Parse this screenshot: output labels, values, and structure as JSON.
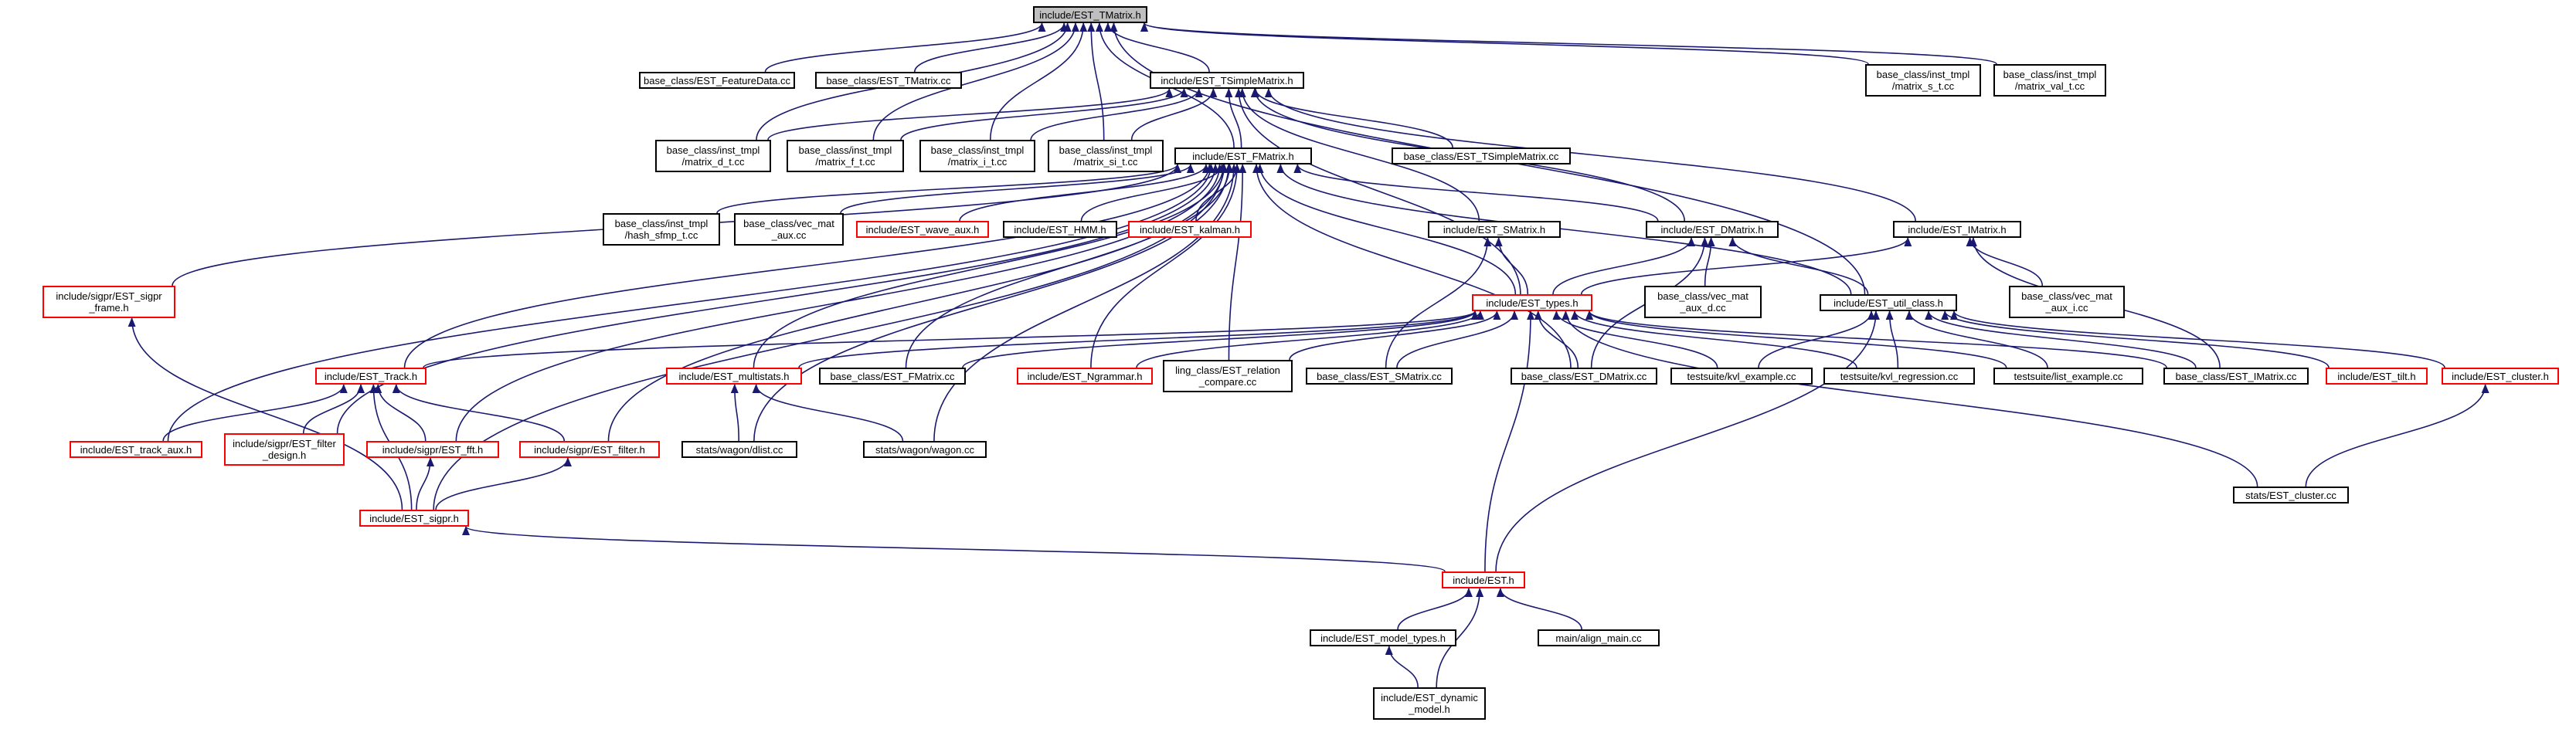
{
  "graph": {
    "colors": {
      "edge": "#191970",
      "border": "#000000",
      "border_undocumented": "#ff0000",
      "root_fill": "#bfbfbf",
      "background": "#ffffff"
    },
    "nodes": [
      {
        "id": "tmatrix",
        "label": "include/EST_TMatrix.h",
        "style": "root"
      },
      {
        "id": "featuredata",
        "label": "base_class/EST_FeatureData.cc",
        "style": "black"
      },
      {
        "id": "tmatrix_cc",
        "label": "base_class/EST_TMatrix.cc",
        "style": "black"
      },
      {
        "id": "tsimplematrix",
        "label": "include/EST_TSimpleMatrix.h",
        "style": "black"
      },
      {
        "id": "matrix_s_t",
        "label": "base_class/inst_tmpl\n/matrix_s_t.cc",
        "style": "black"
      },
      {
        "id": "matrix_val_t",
        "label": "base_class/inst_tmpl\n/matrix_val_t.cc",
        "style": "black"
      },
      {
        "id": "matrix_d_t",
        "label": "base_class/inst_tmpl\n/matrix_d_t.cc",
        "style": "black"
      },
      {
        "id": "matrix_f_t",
        "label": "base_class/inst_tmpl\n/matrix_f_t.cc",
        "style": "black"
      },
      {
        "id": "matrix_i_t",
        "label": "base_class/inst_tmpl\n/matrix_i_t.cc",
        "style": "black"
      },
      {
        "id": "matrix_si_t",
        "label": "base_class/inst_tmpl\n/matrix_si_t.cc",
        "style": "black"
      },
      {
        "id": "tsimplematrix_cc",
        "label": "base_class/EST_TSimpleMatrix.cc",
        "style": "black"
      },
      {
        "id": "fmatrix",
        "label": "include/EST_FMatrix.h",
        "style": "black"
      },
      {
        "id": "hash_sfmp_t",
        "label": "base_class/inst_tmpl\n/hash_sfmp_t.cc",
        "style": "black"
      },
      {
        "id": "vec_mat_aux",
        "label": "base_class/vec_mat\n_aux.cc",
        "style": "black"
      },
      {
        "id": "wave_aux",
        "label": "include/EST_wave_aux.h",
        "style": "red"
      },
      {
        "id": "hmm",
        "label": "include/EST_HMM.h",
        "style": "black"
      },
      {
        "id": "kalman",
        "label": "include/EST_kalman.h",
        "style": "red"
      },
      {
        "id": "smatrix",
        "label": "include/EST_SMatrix.h",
        "style": "black"
      },
      {
        "id": "dmatrix",
        "label": "include/EST_DMatrix.h",
        "style": "black"
      },
      {
        "id": "imatrix",
        "label": "include/EST_IMatrix.h",
        "style": "black"
      },
      {
        "id": "sigpr_frame",
        "label": "include/sigpr/EST_sigpr\n_frame.h",
        "style": "red"
      },
      {
        "id": "est_types",
        "label": "include/EST_types.h",
        "style": "red"
      },
      {
        "id": "vec_mat_aux_d",
        "label": "base_class/vec_mat\n_aux_d.cc",
        "style": "black"
      },
      {
        "id": "util_class",
        "label": "include/EST_util_class.h",
        "style": "black"
      },
      {
        "id": "vec_mat_aux_i",
        "label": "base_class/vec_mat\n_aux_i.cc",
        "style": "black"
      },
      {
        "id": "track",
        "label": "include/EST_Track.h",
        "style": "red"
      },
      {
        "id": "multistats",
        "label": "include/EST_multistats.h",
        "style": "red"
      },
      {
        "id": "fmatrix_cc",
        "label": "base_class/EST_FMatrix.cc",
        "style": "black"
      },
      {
        "id": "ngrammar",
        "label": "include/EST_Ngrammar.h",
        "style": "red"
      },
      {
        "id": "relation_compare",
        "label": "ling_class/EST_relation\n_compare.cc",
        "style": "black"
      },
      {
        "id": "smatrix_cc",
        "label": "base_class/EST_SMatrix.cc",
        "style": "black"
      },
      {
        "id": "dmatrix_cc",
        "label": "base_class/EST_DMatrix.cc",
        "style": "black"
      },
      {
        "id": "kvl_example",
        "label": "testsuite/kvl_example.cc",
        "style": "black"
      },
      {
        "id": "kvl_regression",
        "label": "testsuite/kvl_regression.cc",
        "style": "black"
      },
      {
        "id": "list_example",
        "label": "testsuite/list_example.cc",
        "style": "black"
      },
      {
        "id": "imatrix_cc",
        "label": "base_class/EST_IMatrix.cc",
        "style": "black"
      },
      {
        "id": "tilt",
        "label": "include/EST_tilt.h",
        "style": "red"
      },
      {
        "id": "cluster",
        "label": "include/EST_cluster.h",
        "style": "red"
      },
      {
        "id": "track_aux",
        "label": "include/EST_track_aux.h",
        "style": "red"
      },
      {
        "id": "filter_design",
        "label": "include/sigpr/EST_filter\n_design.h",
        "style": "red"
      },
      {
        "id": "fft",
        "label": "include/sigpr/EST_fft.h",
        "style": "red"
      },
      {
        "id": "filter",
        "label": "include/sigpr/EST_filter.h",
        "style": "red"
      },
      {
        "id": "dlist",
        "label": "stats/wagon/dlist.cc",
        "style": "black"
      },
      {
        "id": "wagon",
        "label": "stats/wagon/wagon.cc",
        "style": "black"
      },
      {
        "id": "est_cluster_cc",
        "label": "stats/EST_cluster.cc",
        "style": "black"
      },
      {
        "id": "sigpr",
        "label": "include/EST_sigpr.h",
        "style": "red"
      },
      {
        "id": "est_h",
        "label": "include/EST.h",
        "style": "red"
      },
      {
        "id": "model_types",
        "label": "include/EST_model_types.h",
        "style": "black"
      },
      {
        "id": "align_main",
        "label": "main/align_main.cc",
        "style": "black"
      },
      {
        "id": "dynamic_model",
        "label": "include/EST_dynamic\n_model.h",
        "style": "black"
      }
    ],
    "edges": [
      [
        "featuredata",
        "tmatrix"
      ],
      [
        "tmatrix_cc",
        "tmatrix"
      ],
      [
        "tsimplematrix",
        "tmatrix"
      ],
      [
        "matrix_s_t",
        "tmatrix"
      ],
      [
        "matrix_val_t",
        "tmatrix"
      ],
      [
        "matrix_d_t",
        "tmatrix"
      ],
      [
        "matrix_f_t",
        "tmatrix"
      ],
      [
        "matrix_i_t",
        "tmatrix"
      ],
      [
        "matrix_si_t",
        "tmatrix"
      ],
      [
        "fmatrix",
        "tmatrix"
      ],
      [
        "util_class",
        "tmatrix"
      ],
      [
        "matrix_d_t",
        "tsimplematrix"
      ],
      [
        "matrix_f_t",
        "tsimplematrix"
      ],
      [
        "matrix_i_t",
        "tsimplematrix"
      ],
      [
        "matrix_si_t",
        "tsimplematrix"
      ],
      [
        "tsimplematrix_cc",
        "tsimplematrix"
      ],
      [
        "fmatrix",
        "tsimplematrix"
      ],
      [
        "smatrix",
        "tsimplematrix"
      ],
      [
        "dmatrix",
        "tsimplematrix"
      ],
      [
        "imatrix",
        "tsimplematrix"
      ],
      [
        "est_types",
        "tsimplematrix"
      ],
      [
        "hash_sfmp_t",
        "fmatrix"
      ],
      [
        "vec_mat_aux",
        "fmatrix"
      ],
      [
        "wave_aux",
        "fmatrix"
      ],
      [
        "hmm",
        "fmatrix"
      ],
      [
        "kalman",
        "fmatrix"
      ],
      [
        "dmatrix",
        "fmatrix"
      ],
      [
        "sigpr_frame",
        "fmatrix"
      ],
      [
        "est_types",
        "fmatrix"
      ],
      [
        "util_class",
        "fmatrix"
      ],
      [
        "track",
        "fmatrix"
      ],
      [
        "multistats",
        "fmatrix"
      ],
      [
        "fmatrix_cc",
        "fmatrix"
      ],
      [
        "ngrammar",
        "fmatrix"
      ],
      [
        "track_aux",
        "fmatrix"
      ],
      [
        "filter_design",
        "fmatrix"
      ],
      [
        "fft",
        "fmatrix"
      ],
      [
        "filter",
        "fmatrix"
      ],
      [
        "dlist",
        "fmatrix"
      ],
      [
        "wagon",
        "fmatrix"
      ],
      [
        "sigpr",
        "fmatrix"
      ],
      [
        "dmatrix_cc",
        "fmatrix"
      ],
      [
        "relation_compare",
        "fmatrix"
      ],
      [
        "est_types",
        "smatrix"
      ],
      [
        "smatrix_cc",
        "smatrix"
      ],
      [
        "est_types",
        "dmatrix"
      ],
      [
        "vec_mat_aux_d",
        "dmatrix"
      ],
      [
        "util_class",
        "dmatrix"
      ],
      [
        "dmatrix_cc",
        "dmatrix"
      ],
      [
        "est_types",
        "imatrix"
      ],
      [
        "vec_mat_aux_i",
        "imatrix"
      ],
      [
        "imatrix_cc",
        "imatrix"
      ],
      [
        "track",
        "est_types"
      ],
      [
        "multistats",
        "est_types"
      ],
      [
        "fmatrix_cc",
        "est_types"
      ],
      [
        "ngrammar",
        "est_types"
      ],
      [
        "relation_compare",
        "est_types"
      ],
      [
        "smatrix_cc",
        "est_types"
      ],
      [
        "dmatrix_cc",
        "est_types"
      ],
      [
        "kvl_example",
        "est_types"
      ],
      [
        "kvl_regression",
        "est_types"
      ],
      [
        "list_example",
        "est_types"
      ],
      [
        "imatrix_cc",
        "est_types"
      ],
      [
        "est_cluster_cc",
        "est_types"
      ],
      [
        "est_h",
        "est_types"
      ],
      [
        "kvl_example",
        "util_class"
      ],
      [
        "kvl_regression",
        "util_class"
      ],
      [
        "list_example",
        "util_class"
      ],
      [
        "imatrix_cc",
        "util_class"
      ],
      [
        "tilt",
        "util_class"
      ],
      [
        "cluster",
        "util_class"
      ],
      [
        "est_h",
        "util_class"
      ],
      [
        "track_aux",
        "track"
      ],
      [
        "filter_design",
        "track"
      ],
      [
        "fft",
        "track"
      ],
      [
        "filter",
        "track"
      ],
      [
        "sigpr",
        "track"
      ],
      [
        "dlist",
        "multistats"
      ],
      [
        "wagon",
        "multistats"
      ],
      [
        "est_cluster_cc",
        "cluster"
      ],
      [
        "sigpr",
        "sigpr_frame"
      ],
      [
        "sigpr",
        "fft"
      ],
      [
        "sigpr",
        "filter"
      ],
      [
        "est_h",
        "sigpr"
      ],
      [
        "model_types",
        "est_h"
      ],
      [
        "align_main",
        "est_h"
      ],
      [
        "dynamic_model",
        "est_h"
      ],
      [
        "dynamic_model",
        "model_types"
      ]
    ]
  }
}
